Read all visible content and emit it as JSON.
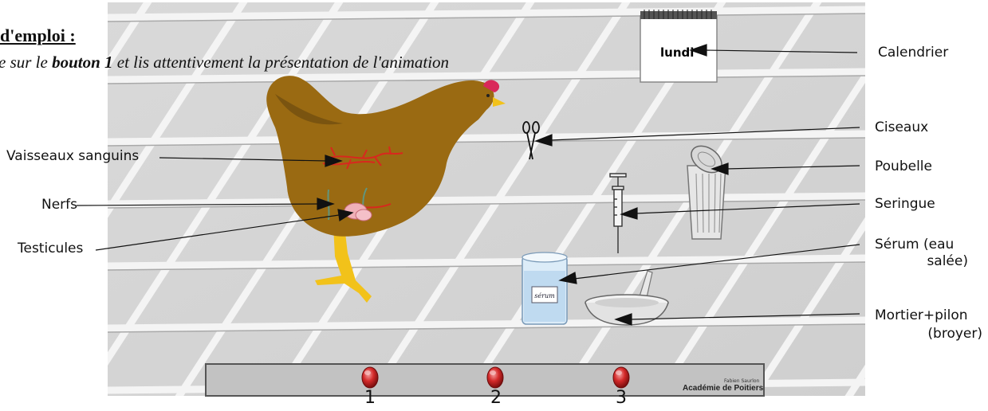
{
  "instructions": {
    "title": "d'emploi :",
    "line_prefix": "e sur le ",
    "line_bold": "bouton 1",
    "line_suffix": " et lis attentivement la présentation de l'animation"
  },
  "labels": {
    "calendrier": "Calendrier",
    "ciseaux": "Ciseaux",
    "poubelle": "Poubelle",
    "seringue": "Seringue",
    "serum_line1": "Sérum (eau",
    "serum_line2": "salée)",
    "mortier_line1": "Mortier+pilon",
    "mortier_line2": "(broyer)",
    "vaisseaux": "Vaisseaux sanguins",
    "nerfs": "Nerfs",
    "testicules": "Testicules"
  },
  "calendar": {
    "day": "lundi"
  },
  "serum_jar_text": "sérum",
  "buttons": [
    {
      "number": "1"
    },
    {
      "number": "2"
    },
    {
      "number": "3"
    }
  ],
  "credit": {
    "author": "Fabien Saurlon",
    "institution": "Académie de Poitiers"
  },
  "colors": {
    "hen_body": "#9a6a12",
    "comb": "#d9285a",
    "feet": "#f2c21a",
    "vessels": "#d8281e",
    "button_red": "#d42a2a",
    "bar_gray": "#c2c2c2"
  }
}
